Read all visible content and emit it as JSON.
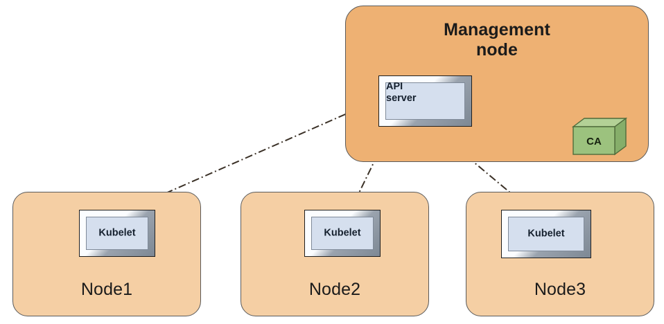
{
  "diagram": {
    "type": "architecture-diagram",
    "background": "#ffffff",
    "palette": {
      "management_node_fill": "#eeb173",
      "worker_node_fill": "#f5cfa4",
      "component_fill": "#d5dfee",
      "component_frame_light": "#fbfdff",
      "component_frame_dark": "#7d8894",
      "ca_fill": "#9cc27e",
      "ca_top": "#b3d196",
      "ca_side": "#86ae6a",
      "outline": "#5a5a5a",
      "edge_line": "#3b3127"
    },
    "management_node": {
      "label": "Management\nnode",
      "api_server": {
        "label": "API\nserver"
      },
      "ca": {
        "label": "CA"
      }
    },
    "worker_nodes": [
      {
        "label": "Node1",
        "component": "Kubelet"
      },
      {
        "label": "Node2",
        "component": "Kubelet"
      },
      {
        "label": "Node3",
        "component": "Kubelet"
      }
    ],
    "connections": [
      {
        "from": "Node1 Kubelet",
        "to": "API server",
        "style": "dash-dot",
        "arrows": "both"
      },
      {
        "from": "Node2 Kubelet",
        "to": "API server",
        "style": "dash-dot",
        "arrows": "both"
      },
      {
        "from": "Node3 Kubelet",
        "to": "API server",
        "style": "dash-dot",
        "arrows": "both"
      },
      {
        "from": "API server",
        "to": "CA",
        "style": "dash-dot",
        "arrows": "both"
      }
    ]
  }
}
